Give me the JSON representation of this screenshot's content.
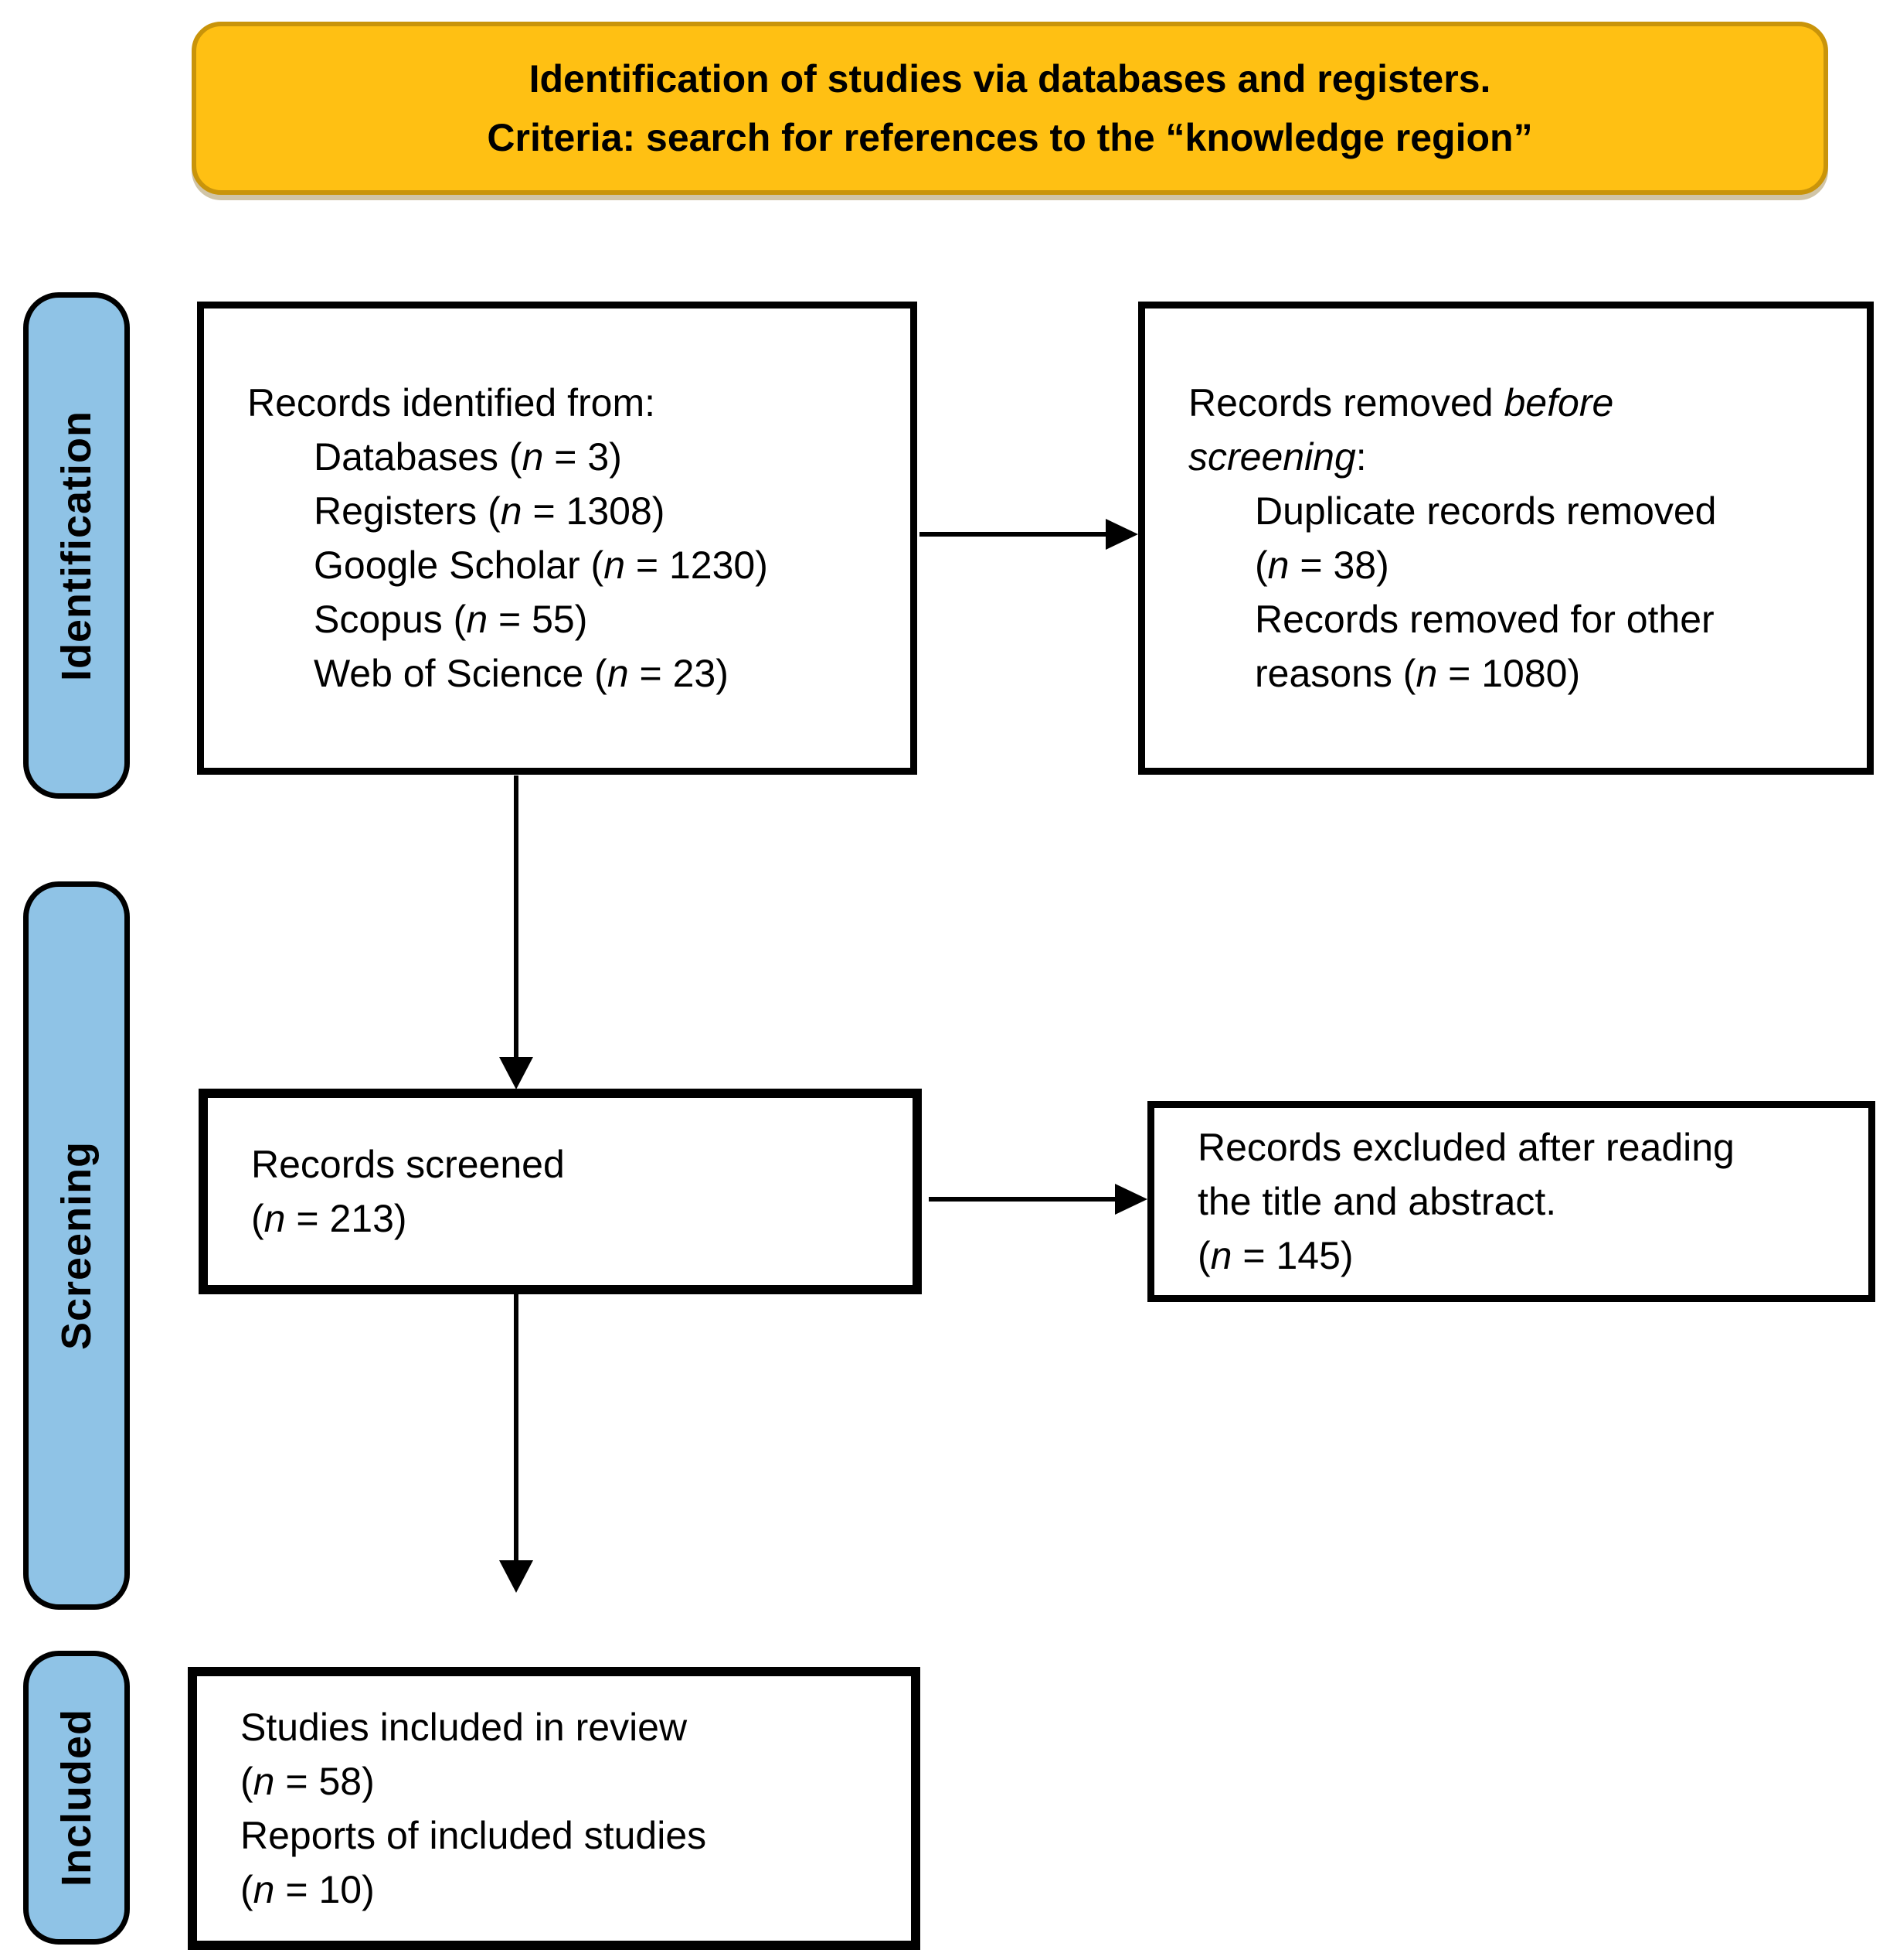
{
  "title_banner": {
    "line1": "Identification of studies via databases and registers.",
    "line2": "Criteria: search for references to the “knowledge region”"
  },
  "stages": [
    {
      "label": "Identification"
    },
    {
      "label": "Screening"
    },
    {
      "label": "Included"
    }
  ],
  "boxes": {
    "identified": {
      "lines": [
        {
          "indent": false,
          "segs": [
            {
              "t": "Records identified from:"
            }
          ]
        },
        {
          "indent": true,
          "segs": [
            {
              "t": "Databases ("
            },
            {
              "t": "n",
              "i": true
            },
            {
              "t": " = 3)"
            }
          ]
        },
        {
          "indent": true,
          "segs": [
            {
              "t": "Registers ("
            },
            {
              "t": "n",
              "i": true
            },
            {
              "t": " = 1308)"
            }
          ]
        },
        {
          "indent": true,
          "segs": [
            {
              "t": "Google Scholar ("
            },
            {
              "t": "n",
              "i": true
            },
            {
              "t": " = 1230)"
            }
          ]
        },
        {
          "indent": true,
          "segs": [
            {
              "t": "Scopus ("
            },
            {
              "t": "n",
              "i": true
            },
            {
              "t": " = 55)"
            }
          ]
        },
        {
          "indent": true,
          "segs": [
            {
              "t": "Web of Science ("
            },
            {
              "t": "n",
              "i": true
            },
            {
              "t": " = 23)"
            }
          ]
        }
      ]
    },
    "removed": {
      "lines": [
        {
          "indent": false,
          "segs": [
            {
              "t": "Records removed "
            },
            {
              "t": "before",
              "i": true
            }
          ]
        },
        {
          "indent": false,
          "segs": [
            {
              "t": "screening",
              "i": true
            },
            {
              "t": ":"
            }
          ]
        },
        {
          "indent": true,
          "segs": [
            {
              "t": "Duplicate records removed"
            }
          ]
        },
        {
          "indent": true,
          "segs": [
            {
              "t": "("
            },
            {
              "t": "n",
              "i": true
            },
            {
              "t": " = 38)"
            }
          ]
        },
        {
          "indent": true,
          "segs": [
            {
              "t": "Records removed for other"
            }
          ]
        },
        {
          "indent": true,
          "segs": [
            {
              "t": "reasons ("
            },
            {
              "t": "n",
              "i": true
            },
            {
              "t": " = 1080)"
            }
          ]
        }
      ]
    },
    "screened": {
      "lines": [
        {
          "indent": false,
          "segs": [
            {
              "t": "Records screened"
            }
          ]
        },
        {
          "indent": false,
          "segs": [
            {
              "t": "("
            },
            {
              "t": "n",
              "i": true
            },
            {
              "t": " = 213)"
            }
          ]
        }
      ]
    },
    "excluded": {
      "lines": [
        {
          "indent": false,
          "segs": [
            {
              "t": "Records excluded after reading"
            }
          ]
        },
        {
          "indent": false,
          "segs": [
            {
              "t": "the title and abstract."
            }
          ]
        },
        {
          "indent": false,
          "segs": [
            {
              "t": "("
            },
            {
              "t": "n",
              "i": true
            },
            {
              "t": " = 145)"
            }
          ]
        }
      ]
    },
    "included": {
      "lines": [
        {
          "indent": false,
          "segs": [
            {
              "t": "Studies included in review"
            }
          ]
        },
        {
          "indent": false,
          "segs": [
            {
              "t": "("
            },
            {
              "t": "n",
              "i": true
            },
            {
              "t": " = 58)"
            }
          ]
        },
        {
          "indent": false,
          "segs": [
            {
              "t": "Reports of included studies"
            }
          ]
        },
        {
          "indent": false,
          "segs": [
            {
              "t": "("
            },
            {
              "t": "n",
              "i": true
            },
            {
              "t": " = 10)"
            }
          ]
        }
      ]
    }
  },
  "colors": {
    "stage_fill": "#8FC3E6",
    "banner_fill": "#FFC013",
    "banner_border": "#C9940A",
    "box_border": "#000000",
    "arrow": "#000000"
  }
}
